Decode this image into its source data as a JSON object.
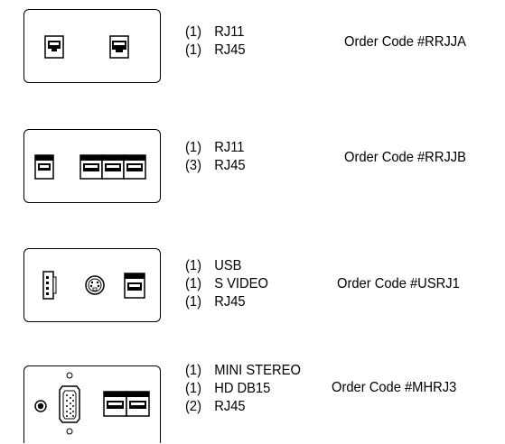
{
  "options": [
    {
      "items": [
        {
          "qty": "(1)",
          "name": "RJ11"
        },
        {
          "qty": "(1)",
          "name": "RJ45"
        }
      ],
      "order_code": "Order Code #RRJJA",
      "ports": [
        "rj11",
        "rj45"
      ]
    },
    {
      "items": [
        {
          "qty": "(1)",
          "name": "RJ11"
        },
        {
          "qty": "(3)",
          "name": "RJ45"
        }
      ],
      "order_code": "Order Code #RRJJB",
      "ports": [
        "rj11",
        "rj45",
        "rj45",
        "rj45"
      ]
    },
    {
      "items": [
        {
          "qty": "(1)",
          "name": "USB"
        },
        {
          "qty": "(1)",
          "name": "S VIDEO"
        },
        {
          "qty": "(1)",
          "name": "RJ45"
        }
      ],
      "order_code": "Order Code #USRJ1",
      "ports": [
        "usb",
        "s-video",
        "rj45"
      ]
    },
    {
      "items": [
        {
          "qty": "(1)",
          "name": "MINI STEREO"
        },
        {
          "qty": "(1)",
          "name": "HD DB15"
        },
        {
          "qty": "(2)",
          "name": "RJ45"
        }
      ],
      "order_code": "Order Code #MHRJ3",
      "ports": [
        "mini-stereo",
        "hd-db15",
        "rj45",
        "rj45"
      ]
    }
  ]
}
